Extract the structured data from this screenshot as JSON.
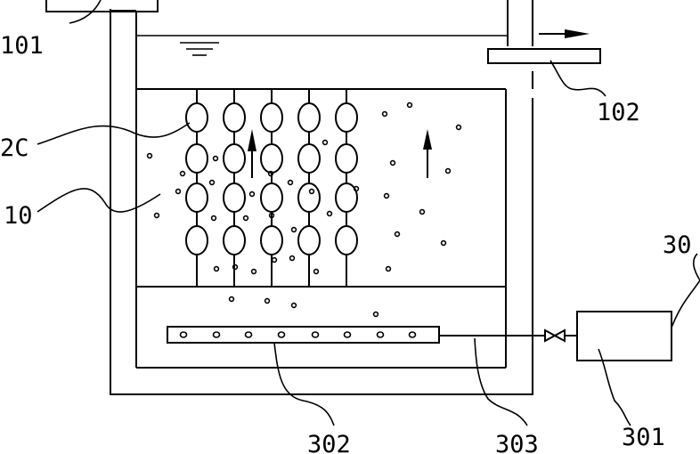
{
  "labels": {
    "l101": "101",
    "l102": "102",
    "l20": "2C",
    "l10": "10",
    "l30": "30",
    "l301": "301",
    "l302": "302",
    "l303": "303"
  }
}
